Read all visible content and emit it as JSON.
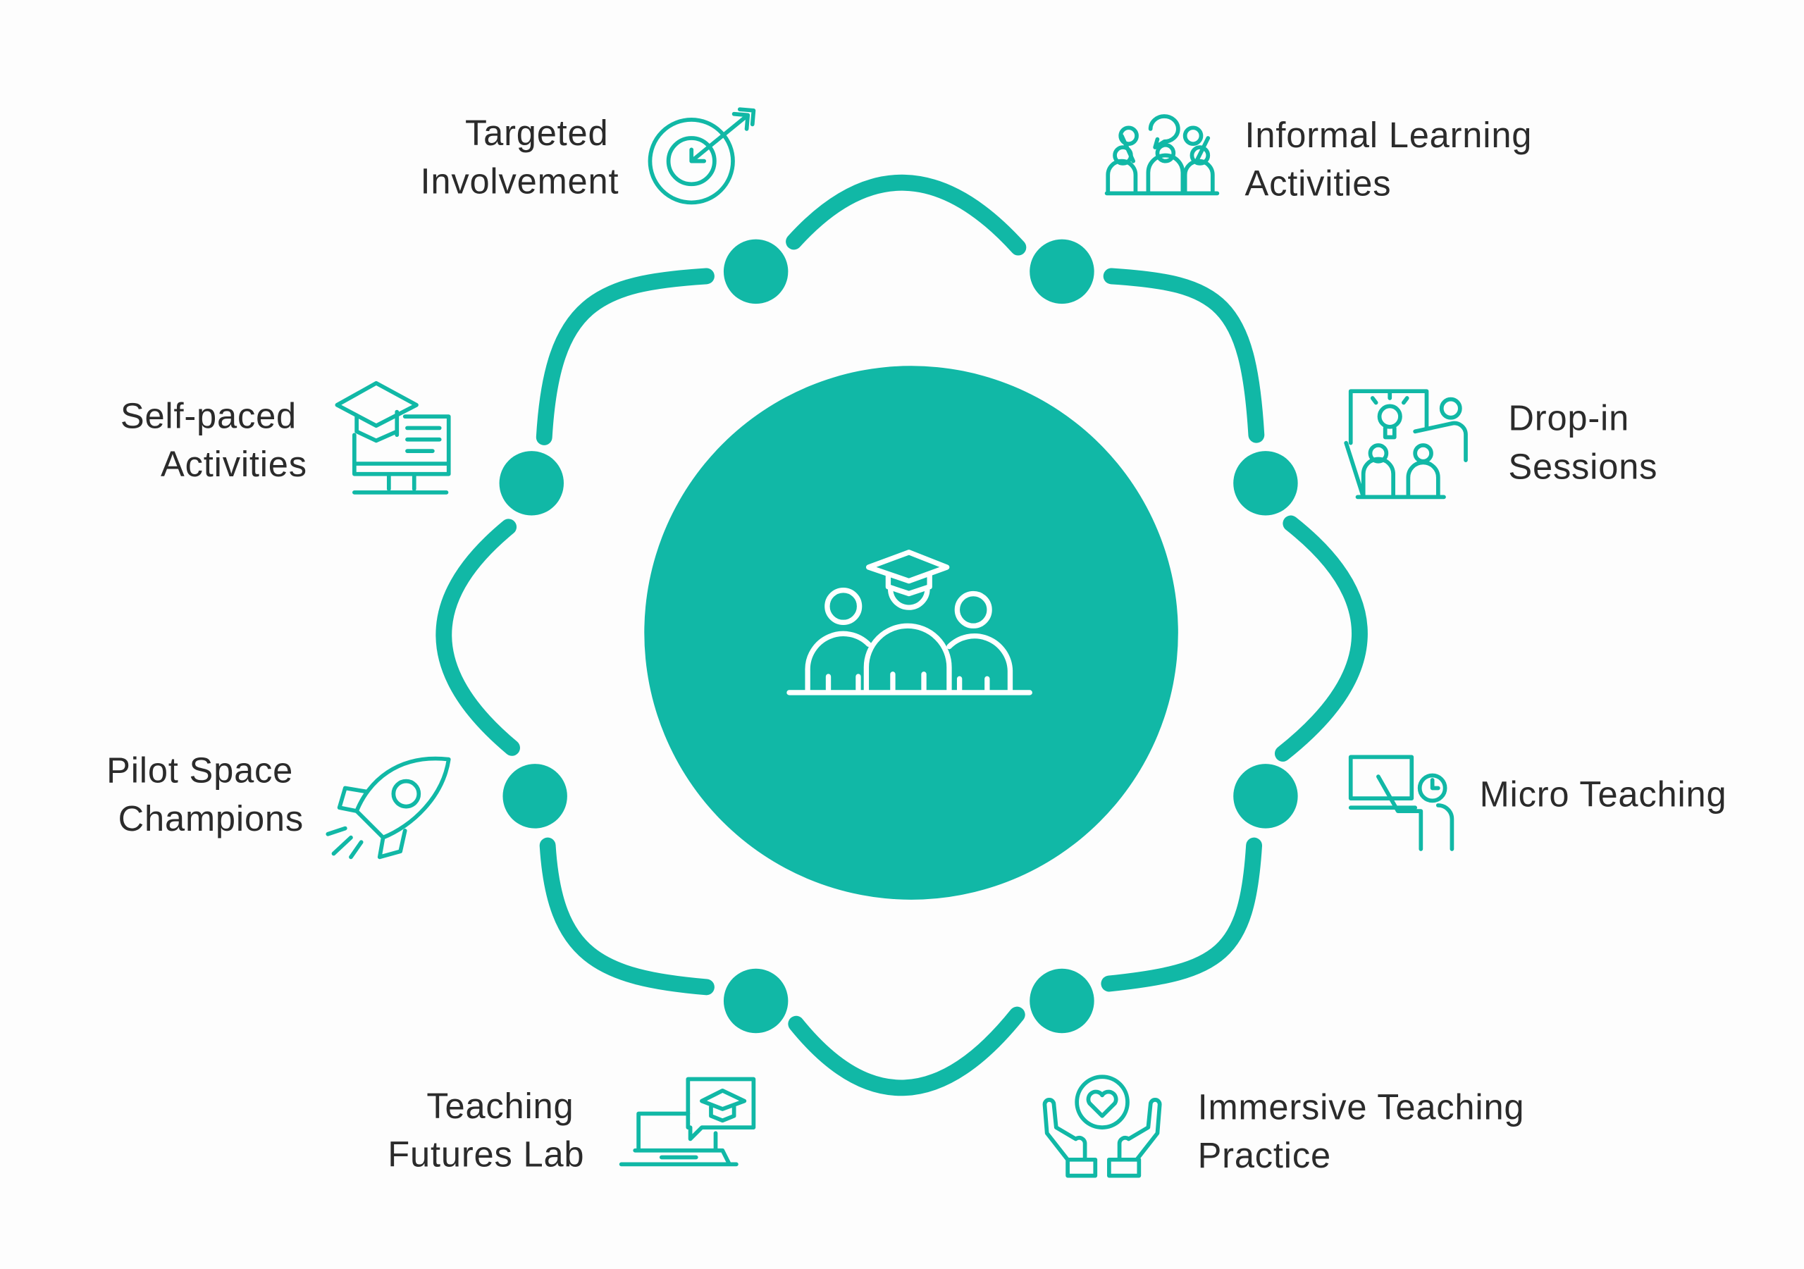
{
  "colors": {
    "accent": "#11b8a6",
    "text": "#2b2b2b",
    "background": "#fdfdfd"
  },
  "center": {
    "icon": "graduates-group-icon"
  },
  "items": [
    {
      "lines": [
        "Targeted",
        "Involvement"
      ],
      "icon": "target-arrow-icon"
    },
    {
      "lines": [
        "Informal Learning",
        "Activities"
      ],
      "icon": "group-discussion-icon"
    },
    {
      "lines": [
        "Drop-in",
        "Sessions"
      ],
      "icon": "presentation-idea-icon"
    },
    {
      "lines": [
        "Micro Teaching"
      ],
      "icon": "teacher-board-icon"
    },
    {
      "lines": [
        "Immersive Teaching",
        "Practice"
      ],
      "icon": "hands-heart-icon"
    },
    {
      "lines": [
        "Teaching",
        "Futures Lab"
      ],
      "icon": "laptop-graduation-icon"
    },
    {
      "lines": [
        "Pilot Space",
        "Champions"
      ],
      "icon": "rocket-icon"
    },
    {
      "lines": [
        "Self-paced",
        "Activities"
      ],
      "icon": "monitor-graduation-icon"
    }
  ]
}
